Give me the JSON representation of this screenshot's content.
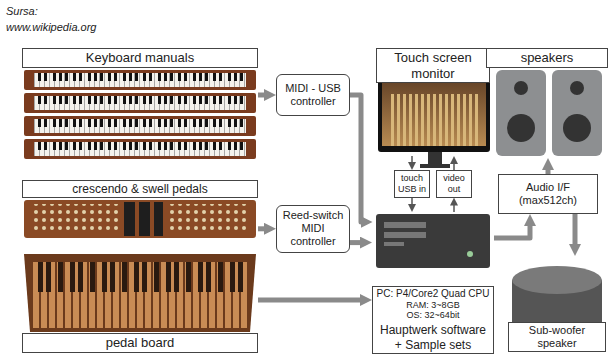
{
  "diagram": {
    "nodes": [
      {
        "text": [
          "Keyboard manuals"
        ]
      },
      {
        "text": [
          "MIDI - USB controller"
        ]
      },
      {
        "text": [
          "Touch screen monitor"
        ]
      },
      {
        "text": [
          "speakers"
        ]
      },
      {
        "text": [
          "crescendo & swell pedals"
        ]
      },
      {
        "text": [
          "Reed-switch MIDI controller"
        ]
      },
      {
        "text": [
          "touch USB in"
        ]
      },
      {
        "text": [
          "video out"
        ]
      },
      {
        "text": [
          "Audio I/F (max512ch)"
        ]
      },
      {
        "text": [
          "PC: P4/Core2 Quad CPU",
          "RAM: 3~8GB",
          "OS: 32~64bit",
          "Hauptwerk software + Sample sets"
        ]
      },
      {
        "text": [
          "pedal board"
        ]
      },
      {
        "text": [
          "Sub-woofer speaker"
        ]
      }
    ],
    "edges": [
      {
        "from": 0,
        "to": 1,
        "arrow": "to"
      },
      {
        "from": 1,
        "to": 9,
        "arrow": "to"
      },
      {
        "from": 4,
        "to": 5,
        "arrow": "to"
      },
      {
        "from": 5,
        "to": 9,
        "arrow": "to"
      },
      {
        "from": 10,
        "to": 9,
        "arrow": "to"
      },
      {
        "from": 9,
        "to": 8,
        "arrow": "to"
      },
      {
        "from": 8,
        "to": 3,
        "arrow": "to"
      },
      {
        "from": 8,
        "to": 11,
        "arrow": "to"
      },
      {
        "from": 2,
        "to": 6,
        "arrow": "to"
      },
      {
        "from": 6,
        "to": 9,
        "arrow": "to"
      },
      {
        "from": 9,
        "to": 7,
        "arrow": "to"
      },
      {
        "from": 7,
        "to": 2,
        "arrow": "to"
      }
    ],
    "labels": [
      "Sursa:",
      "www.wikipedia.org"
    ]
  }
}
